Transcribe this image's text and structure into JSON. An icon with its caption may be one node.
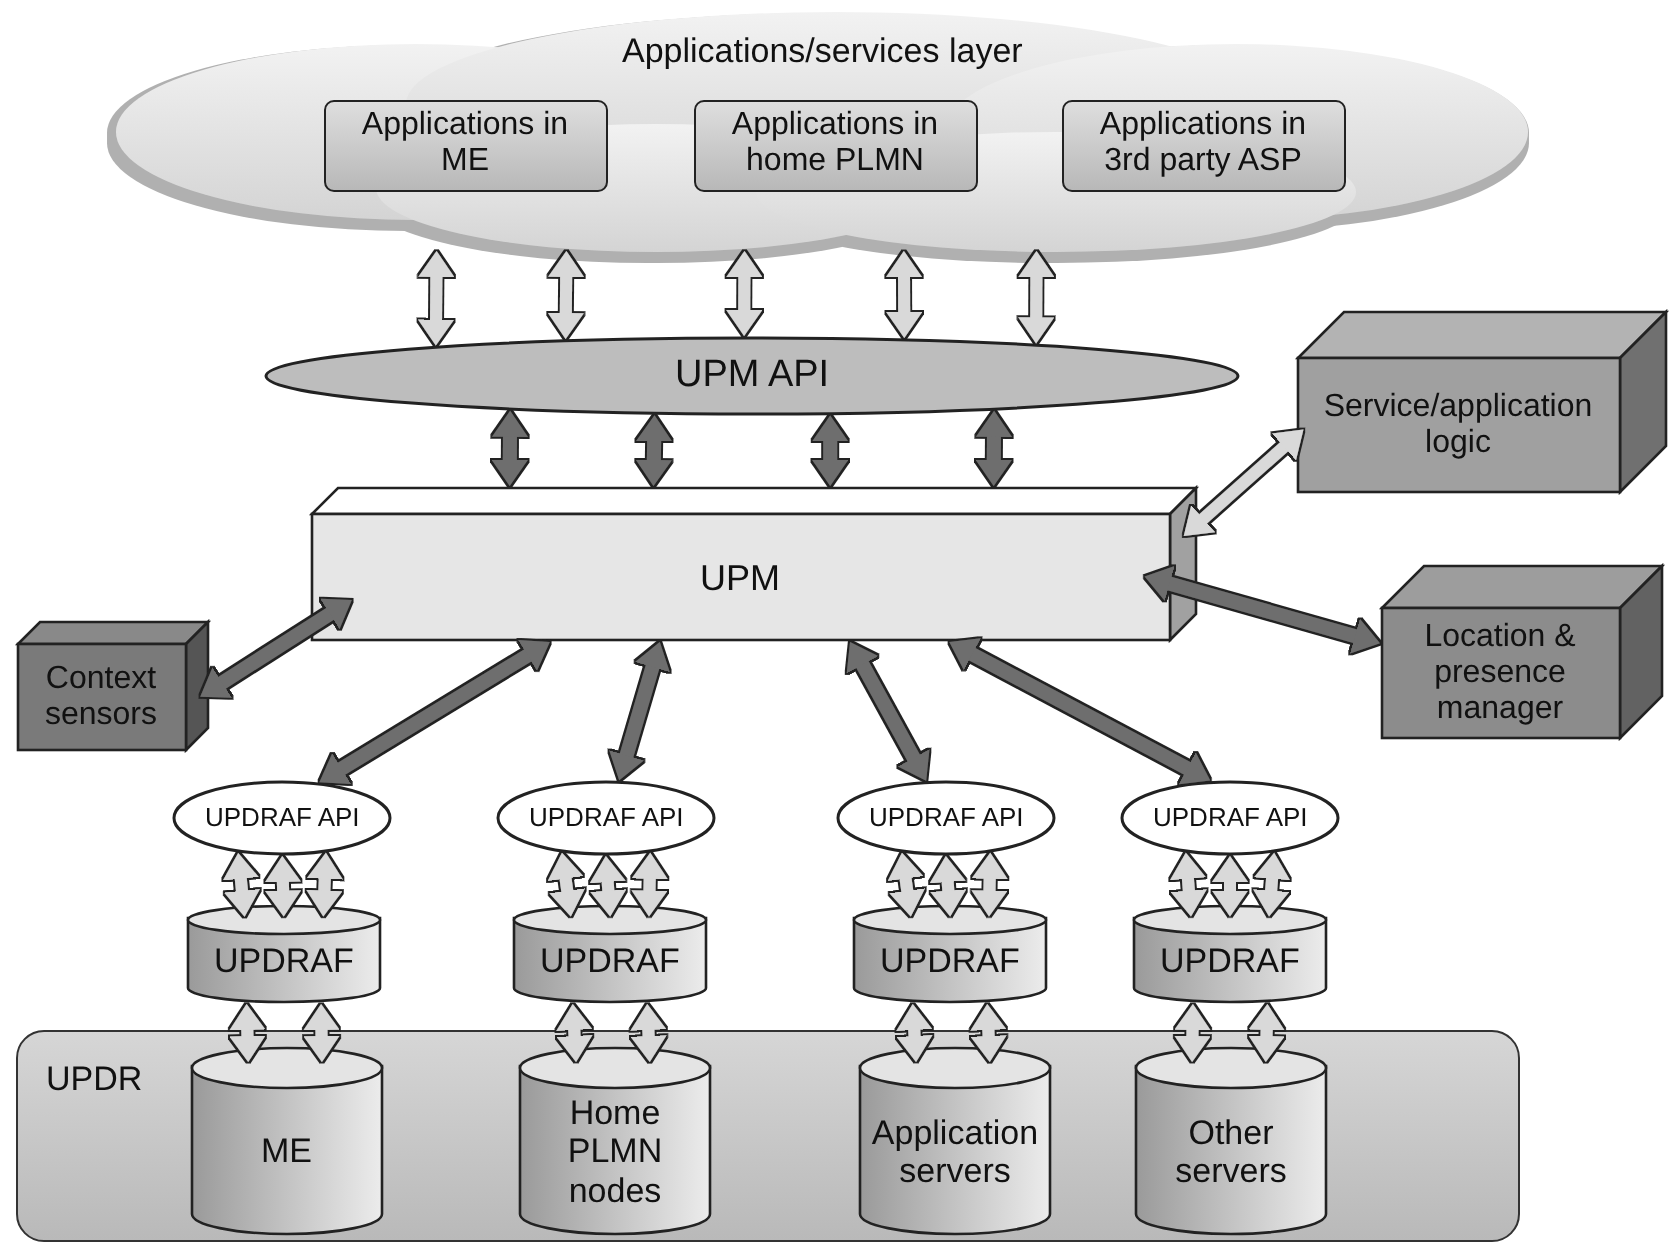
{
  "diagram": {
    "nodes": [
      {
        "text": [
          "Applications/services layer"
        ]
      },
      {
        "text": [
          "Applications in ME"
        ],
        "in": 0
      },
      {
        "text": [
          "Applications in home PLMN"
        ],
        "in": 0
      },
      {
        "text": [
          "Applications in 3rd party ASP"
        ],
        "in": 0
      },
      {
        "text": [
          "UPM API"
        ]
      },
      {
        "text": [
          "UPM"
        ]
      },
      {
        "text": [
          "Service/application logic"
        ]
      },
      {
        "text": [
          "Context sensors"
        ]
      },
      {
        "text": [
          "Location & presence manager"
        ]
      },
      {
        "text": [
          "UPDRAF API"
        ]
      },
      {
        "text": [
          "UPDRAF API"
        ]
      },
      {
        "text": [
          "UPDRAF API"
        ]
      },
      {
        "text": [
          "UPDRAF API"
        ]
      },
      {
        "text": [
          "UPDRAF"
        ]
      },
      {
        "text": [
          "UPDRAF"
        ]
      },
      {
        "text": [
          "UPDRAF"
        ]
      },
      {
        "text": [
          "UPDRAF"
        ]
      },
      {
        "text": [
          "UPDR"
        ]
      },
      {
        "text": [
          "ME"
        ],
        "in": 17
      },
      {
        "text": [
          "Home PLMN nodes"
        ],
        "in": 17
      },
      {
        "text": [
          "Application servers"
        ],
        "in": 17
      },
      {
        "text": [
          "Other servers"
        ],
        "in": 17
      }
    ],
    "edges": [
      {
        "from": 0,
        "to": 4,
        "arrow": "both"
      },
      {
        "from": 0,
        "to": 4,
        "arrow": "both"
      },
      {
        "from": 0,
        "to": 4,
        "arrow": "both"
      },
      {
        "from": 0,
        "to": 4,
        "arrow": "both"
      },
      {
        "from": 0,
        "to": 4,
        "arrow": "both"
      },
      {
        "from": 4,
        "to": 5,
        "arrow": "both",
        "color": "#6e6e6e"
      },
      {
        "from": 4,
        "to": 5,
        "arrow": "both",
        "color": "#6e6e6e"
      },
      {
        "from": 4,
        "to": 5,
        "arrow": "both",
        "color": "#6e6e6e"
      },
      {
        "from": 4,
        "to": 5,
        "arrow": "both",
        "color": "#6e6e6e"
      },
      {
        "from": 5,
        "to": 6,
        "arrow": "both"
      },
      {
        "from": 5,
        "to": 7,
        "arrow": "both",
        "color": "#6e6e6e"
      },
      {
        "from": 5,
        "to": 8,
        "arrow": "both",
        "color": "#6e6e6e"
      },
      {
        "from": 5,
        "to": 9,
        "arrow": "both",
        "color": "#6e6e6e"
      },
      {
        "from": 5,
        "to": 10,
        "arrow": "both",
        "color": "#6e6e6e"
      },
      {
        "from": 5,
        "to": 11,
        "arrow": "both",
        "color": "#6e6e6e"
      },
      {
        "from": 5,
        "to": 12,
        "arrow": "both",
        "color": "#6e6e6e"
      },
      {
        "from": 9,
        "to": 13,
        "arrow": "both"
      },
      {
        "from": 9,
        "to": 13,
        "arrow": "both"
      },
      {
        "from": 9,
        "to": 13,
        "arrow": "both"
      },
      {
        "from": 10,
        "to": 14,
        "arrow": "both"
      },
      {
        "from": 10,
        "to": 14,
        "arrow": "both"
      },
      {
        "from": 10,
        "to": 14,
        "arrow": "both"
      },
      {
        "from": 11,
        "to": 15,
        "arrow": "both"
      },
      {
        "from": 11,
        "to": 15,
        "arrow": "both"
      },
      {
        "from": 11,
        "to": 15,
        "arrow": "both"
      },
      {
        "from": 12,
        "to": 16,
        "arrow": "both"
      },
      {
        "from": 12,
        "to": 16,
        "arrow": "both"
      },
      {
        "from": 12,
        "to": 16,
        "arrow": "both"
      },
      {
        "from": 13,
        "to": 18,
        "arrow": "both"
      },
      {
        "from": 13,
        "to": 18,
        "arrow": "both"
      },
      {
        "from": 14,
        "to": 19,
        "arrow": "both"
      },
      {
        "from": 14,
        "to": 19,
        "arrow": "both"
      },
      {
        "from": 15,
        "to": 20,
        "arrow": "both"
      },
      {
        "from": 15,
        "to": 20,
        "arrow": "both"
      },
      {
        "from": 16,
        "to": 21,
        "arrow": "both"
      },
      {
        "from": 16,
        "to": 21,
        "arrow": "both"
      }
    ]
  }
}
